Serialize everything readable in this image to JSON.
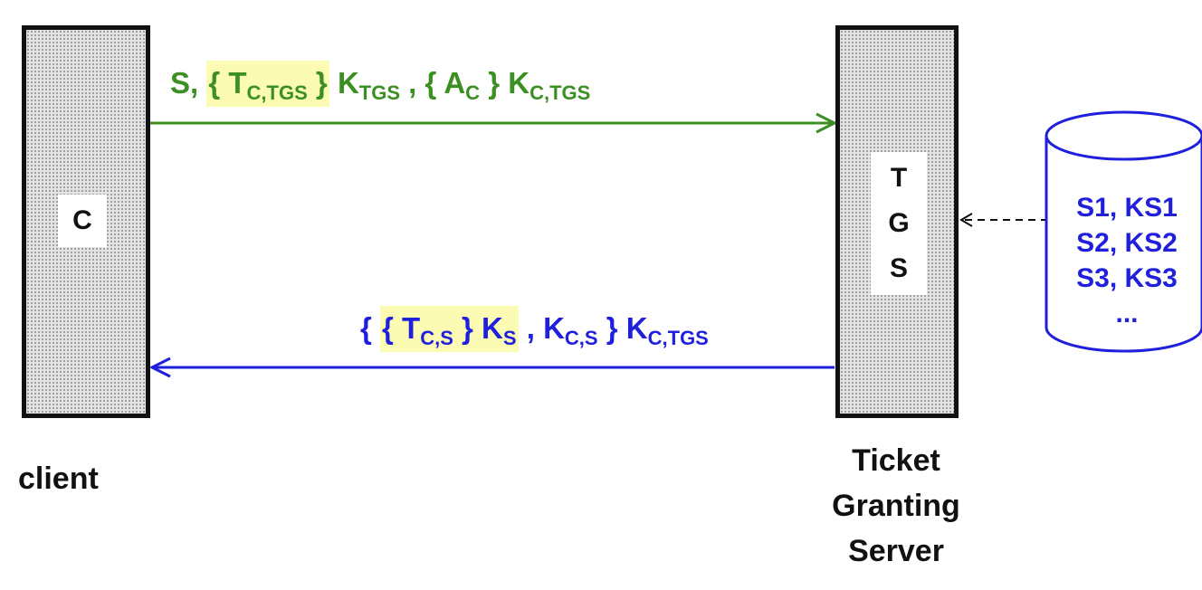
{
  "client": {
    "box_label": "C",
    "caption": "client"
  },
  "tgs": {
    "box_letters": [
      "T",
      "G",
      "S"
    ],
    "caption_lines": [
      "Ticket",
      "Granting",
      "Server"
    ]
  },
  "request_message": {
    "color": "#3c8f22",
    "text": "S, { TC,TGS } KTGS , { AC } KC,TGS",
    "lead": "S,",
    "ticket_open": "{ T",
    "ticket_sub": "C,TGS",
    "ticket_close": " }",
    "ticket_key": " K",
    "ticket_key_sub": "TGS",
    "sep": " ,",
    "auth_open": " { A",
    "auth_sub": "C",
    "auth_close": " } K",
    "auth_key_sub": "C,TGS"
  },
  "reply_message": {
    "color": "#1f1fdc",
    "text": "{ { TC,S } KS , KC,S } KC,TGS",
    "outer_open": "{ ",
    "ticket_open": "{ T",
    "ticket_sub": "C,S",
    "ticket_close": " } K",
    "ticket_key_sub": "S",
    "sep": " , K",
    "session_sub": "C,S",
    "outer_close": " } K",
    "outer_key_sub": "C,TGS"
  },
  "database": {
    "entries": [
      "S1, KS1",
      "S2, KS2",
      "S3, KS3",
      "..."
    ]
  },
  "highlight_color": "#fbfbb4"
}
